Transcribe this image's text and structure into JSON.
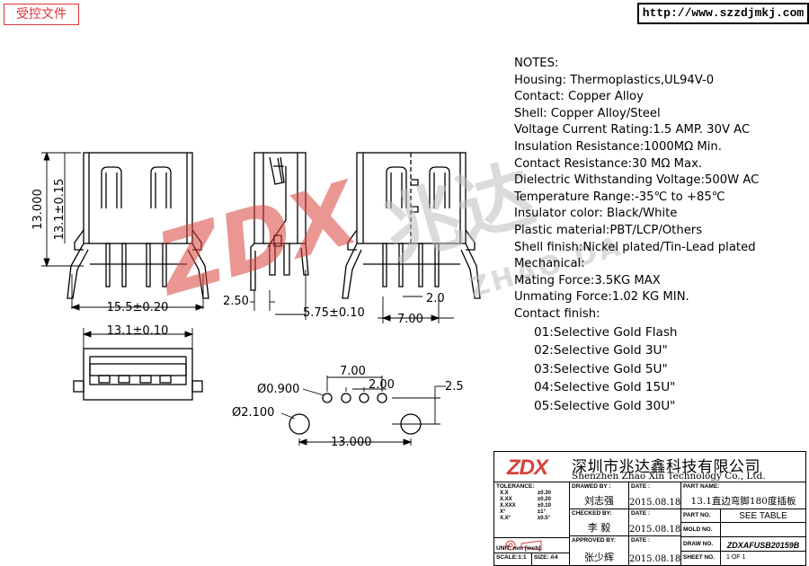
{
  "header": {
    "stamp_text": "受控文件",
    "url": "http://www.szzdjmkj.com"
  },
  "dimensions": {
    "height_13": "13.000",
    "height_3_1": "13.1±0.15",
    "width_15_5": "15.5±0.20",
    "side_2_50": "2.50",
    "side_5_75": "5.75±0.10",
    "rear_7_00": "7.00",
    "rear_2_0": "2.0",
    "front_13_1": "13.1±0.10",
    "pcb_7_00": "7.00",
    "pcb_2_00": "2.00",
    "pcb_2_5": "2.5",
    "pcb_d0_9": "Ø0.900",
    "pcb_d2_1": "Ø2.100",
    "pcb_13_0": "13.000"
  },
  "watermark": {
    "logo_text": "ZDX",
    "han_text": "兆达",
    "latin_text": "ZHAO DA",
    "color": "#d9413b"
  },
  "notes": {
    "heading": "NOTES:",
    "lines": [
      "Housing:  Thermoplastics,UL94V-0",
      "Contact:  Copper Alloy",
      "Shell:  Copper Alloy/Steel",
      "Voltage Current Rating:1.5 AMP. 30V AC",
      "Insulation Resistance:1000MΩ Min.",
      "Contact Resistance:30 MΩ Max.",
      "Dielectric Withstanding Voltage:500W AC",
      "Temperature Range:-35℃ to +85℃",
      "Insulator color: Black/White",
      "Plastic material:PBT/LCP/Others",
      "Shell finish:Nickel plated/Tin-Lead plated",
      "Mechanical:",
      "Mating Force:3.5KG MAX",
      "Unmating Force:1.02 KG MIN.",
      "Contact finish:"
    ],
    "finish_options": [
      "01:Selective Gold Flash",
      "02:Selective Gold 3U\"",
      "03:Selective Gold 5U\"",
      "04:Selective Gold 15U\"",
      "05:Selective Gold 30U\""
    ]
  },
  "title_block": {
    "logo": "ZDX",
    "company_cn": "深圳市兆达鑫科技有限公司",
    "company_en": "Shenzhen Zhao Xin Technology Co., Ltd.",
    "tolerance_label": "TOLERANCE:",
    "tolerance_rows": [
      {
        "k": "X.X",
        "v": "±0.30"
      },
      {
        "k": "X.XX",
        "v": "±0.20"
      },
      {
        "k": "X.XXX",
        "v": "±0.10"
      },
      {
        "k": "X°",
        "v": "±1°"
      },
      {
        "k": "X.X°",
        "v": "±0.5°"
      }
    ],
    "unit": "UNIT:  mm  [inch]",
    "scale": "SCALE:1:1",
    "size": "SIZE: A4",
    "drawn_by_label": "DRAWED BY :",
    "drawn_by": "刘志强",
    "checked_by_label": "CHECKED BY:",
    "checked_by": "李 毅",
    "approved_by_label": "APPROVED BY:",
    "approved_by": "张少辉",
    "date_label": "DATE :",
    "date1": "2015.08.18",
    "date2": "2015.08.18",
    "date3": "2015.08.18",
    "part_name_label": "PART NAME:",
    "part_name": "13.1直边弯脚180度插板",
    "part_no_label": "PART NO.",
    "part_no": "SEE TABLE",
    "mold_no_label": "MOLD NO.",
    "mold_no": "",
    "draw_no_label": "DRAW NO.",
    "draw_no": "ZDXAFUSB20159B",
    "sheet_no_label": "SHEET NO.",
    "sheet_no": "1 OF 1"
  }
}
